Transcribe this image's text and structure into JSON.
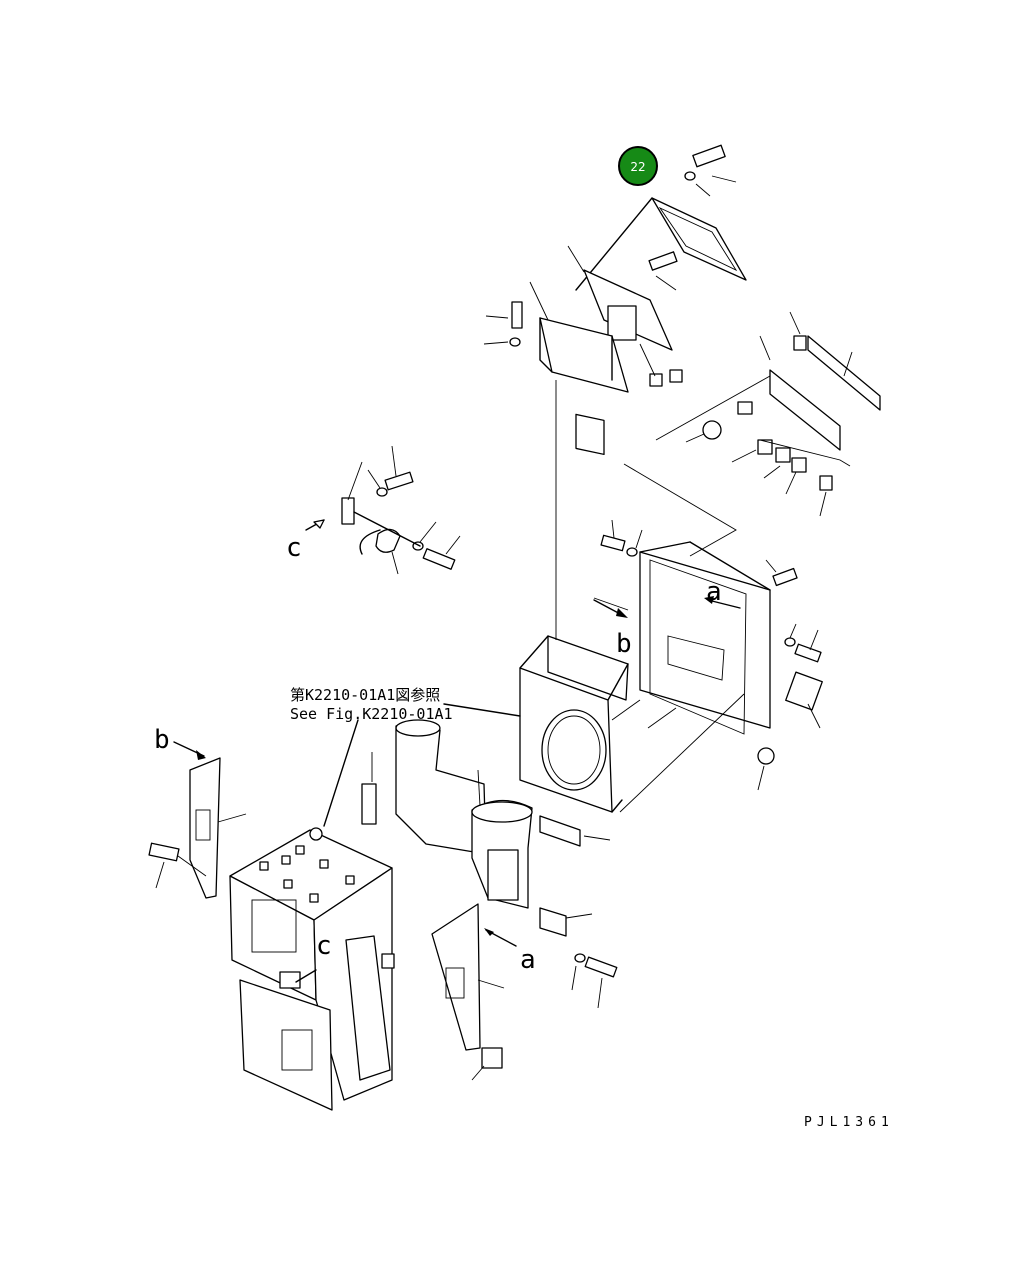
{
  "callout": {
    "number": "22",
    "color": "#168a16"
  },
  "reference_note": {
    "line_jp": "第K2210-01A1図参照",
    "line_en": "See Fig.K2210-01A1"
  },
  "view_labels": {
    "a1": "a",
    "a2": "a",
    "b1": "b",
    "b2": "b",
    "c1": "c",
    "c2": "c"
  },
  "drawing_code": "PJL1361"
}
